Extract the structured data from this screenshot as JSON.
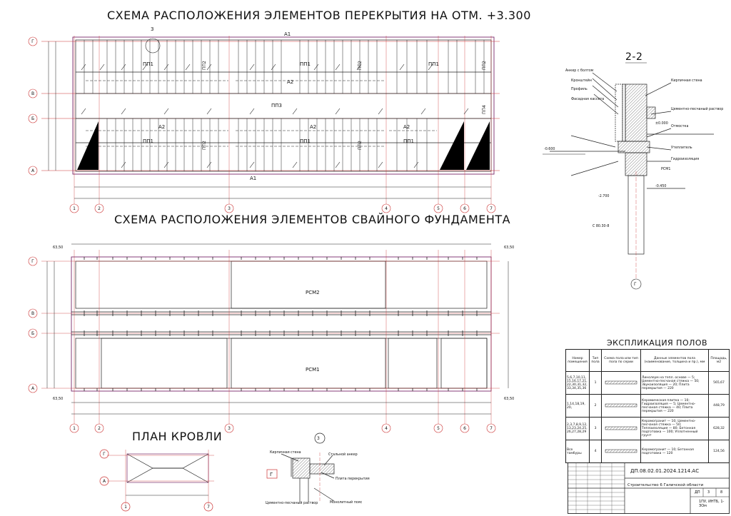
{
  "titles": {
    "overlap": "СХЕМА РАСПОЛОЖЕНИЯ ЭЛЕМЕНТОВ ПЕРЕКРЫТИЯ НА ОТМ. +3.300",
    "pile": "СХЕМА РАСПОЛОЖЕНИЯ ЭЛЕМЕНТОВ СВАЙНОГО ФУНДАМЕНТА",
    "roof": "ПЛАН КРОВЛИ",
    "section": "2-2",
    "floors": "ЭКСПЛИКАЦИЯ ПОЛОВ"
  },
  "axes": {
    "letters": [
      "Г",
      "В",
      "Б",
      "А"
    ],
    "numbers": [
      "1",
      "2",
      "3",
      "4",
      "5",
      "6",
      "7"
    ]
  },
  "overlap_labels": {
    "a1_top": "А1",
    "a1_bottom": "А1",
    "a2": "А2",
    "pp1": "ПП1",
    "pp2": "ПП2",
    "pp3": "ПП3",
    "pp4": "ПП4",
    "callout": "3"
  },
  "pile_labels": {
    "rsm1": "РСМ1",
    "rsm2": "РСМ2",
    "corner_tl": "63,50",
    "corner_tr": "63,50",
    "corner_bl": "63,50",
    "corner_br": "63,50"
  },
  "section_labels": {
    "l1": "Анкер с болтом",
    "l2": "Кронштейн",
    "l3": "Профиль",
    "l4": "Фасадная кассета",
    "l5": "Кирпичная стена",
    "l6": "Цементно-песчаный раствор",
    "l7": "Отмостка",
    "l8": "Утеплитель",
    "l9": "Гидроизоляция",
    "l10": "РСМ1",
    "lvl1": "±0.000",
    "lvl2": "-0.600",
    "lvl3": "-2.700",
    "lvl4": "-0.450",
    "pile": "С 80.30-8",
    "axis": "Г"
  },
  "node3_labels": {
    "n1": "Кирпичная стена",
    "n2": "Стальной анкер",
    "n3": "Плита перекрытия",
    "n4": "Цементно-песчаный раствор",
    "n5": "Монолитный пояс",
    "axis": "Г",
    "callout": "3"
  },
  "floors_table": {
    "headers": [
      "Номер помещения",
      "Тип пола",
      "Схема пола или тип пола по серии",
      "Данные элементов пола (наименование, толщина и пр.), мм",
      "Площадь, м2"
    ],
    "rows": [
      {
        "rooms": "5,6,7,10,11, 15,16,17,21, 22,30,31,32, 33,34,35,36",
        "type": "1",
        "data": "Линолеум на тепл. основе — 5; Цементно-песчаная стяжка — 50; Звукоизоляция — 20; Плита перекрытия — 220",
        "area": "565,67"
      },
      {
        "rooms": "1,14,18,19, 20,",
        "type": "2",
        "data": "Керамическая плитка — 10; Гидроизоляция — 5; Цементно-песчаная стяжка — 40; Плита перекрытия — 220",
        "area": "448,79"
      },
      {
        "rooms": "2,3,7,8,9,12, 13,23,24,25, 26,27,28,29",
        "type": "3",
        "data": "Керамогранит — 10; Цементно-песчаная стяжка — 50; Теплоизоляция — 80; Бетонная подготовка — 100; Уплотненный грунт",
        "area": "628,32"
      },
      {
        "rooms": "Все тамбуры",
        "type": "4",
        "data": "Керамогранит — 10; Бетонная подготовка — 120",
        "area": "124,56"
      }
    ]
  },
  "stamp": {
    "code": "ДП.08.02.01.2024.1214.АС",
    "name": "Строительство 6 Галичской области",
    "stage": "ДП",
    "sheet": "3",
    "sheets": "8",
    "org": "1ПУ, ИНТБ, 1-ЗОм"
  }
}
